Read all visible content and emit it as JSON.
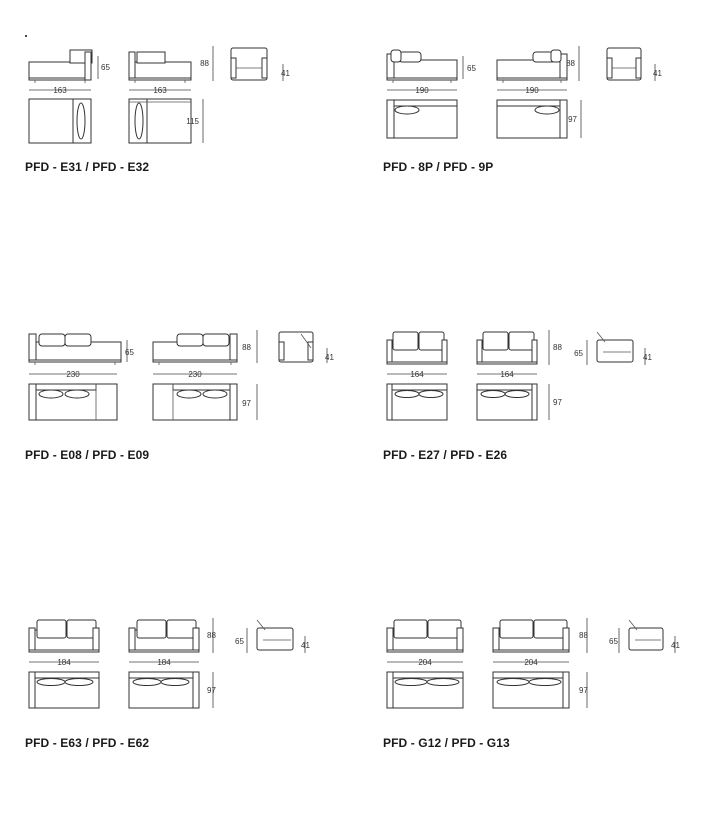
{
  "products": [
    {
      "code": "PFD - E31 / PFD - E32",
      "width": "163",
      "sofa_height": "65",
      "back_height": "88",
      "seat_height": "41",
      "depth": "115",
      "style": "chaise"
    },
    {
      "code": "PFD - 8P / PFD - 9P",
      "width": "190",
      "sofa_height": "65",
      "back_height": "88",
      "seat_height": "41",
      "depth": "97",
      "style": "pillow"
    },
    {
      "code": "PFD - E08 / PFD - E09",
      "width": "230",
      "sofa_height": "65",
      "back_height": "88",
      "seat_height": "41",
      "depth": "97",
      "style": "pillow"
    },
    {
      "code": "PFD - E27 / PFD - E26",
      "width": "164",
      "sofa_height": "65",
      "back_height": "88",
      "seat_height": "41",
      "depth": "97",
      "style": "box"
    },
    {
      "code": "PFD - E63 / PFD - E62",
      "width": "184",
      "sofa_height": "65",
      "back_height": "88",
      "seat_height": "41",
      "depth": "97",
      "style": "box"
    },
    {
      "code": "PFD - G12 / PFD - G13",
      "width": "204",
      "sofa_height": "65",
      "back_height": "88",
      "seat_height": "41",
      "depth": "97",
      "style": "box"
    }
  ]
}
